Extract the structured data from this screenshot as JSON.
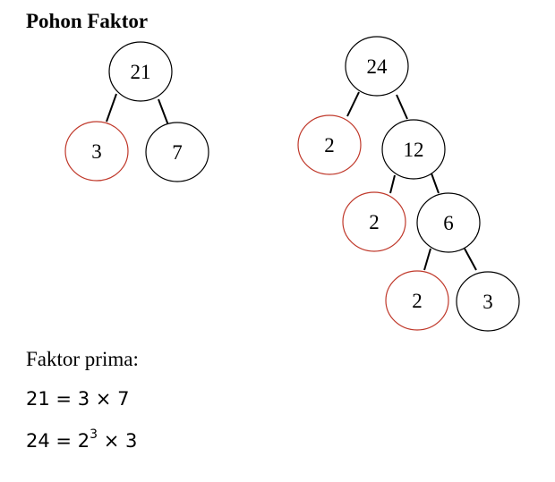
{
  "title": "Pohon Faktor",
  "tree_21": {
    "root": "21",
    "left": "3",
    "right": "7"
  },
  "tree_24": {
    "root": "24",
    "l1_left": "2",
    "l1_right": "12",
    "l2_left": "2",
    "l2_right": "6",
    "l3_left": "2",
    "l3_right": "3"
  },
  "colors": {
    "prime_circle": "#c0392b",
    "composite_circle": "#000000",
    "text": "#000000"
  },
  "summary": {
    "label": "Faktor prima:",
    "eq1": {
      "lhs": "21",
      "equals": "=",
      "rhs_a": "3",
      "times": "×",
      "rhs_b": "7"
    },
    "eq2": {
      "lhs": "24",
      "equals": "=",
      "base": "2",
      "exponent": "3",
      "times": "×",
      "rhs_b": "3"
    }
  }
}
